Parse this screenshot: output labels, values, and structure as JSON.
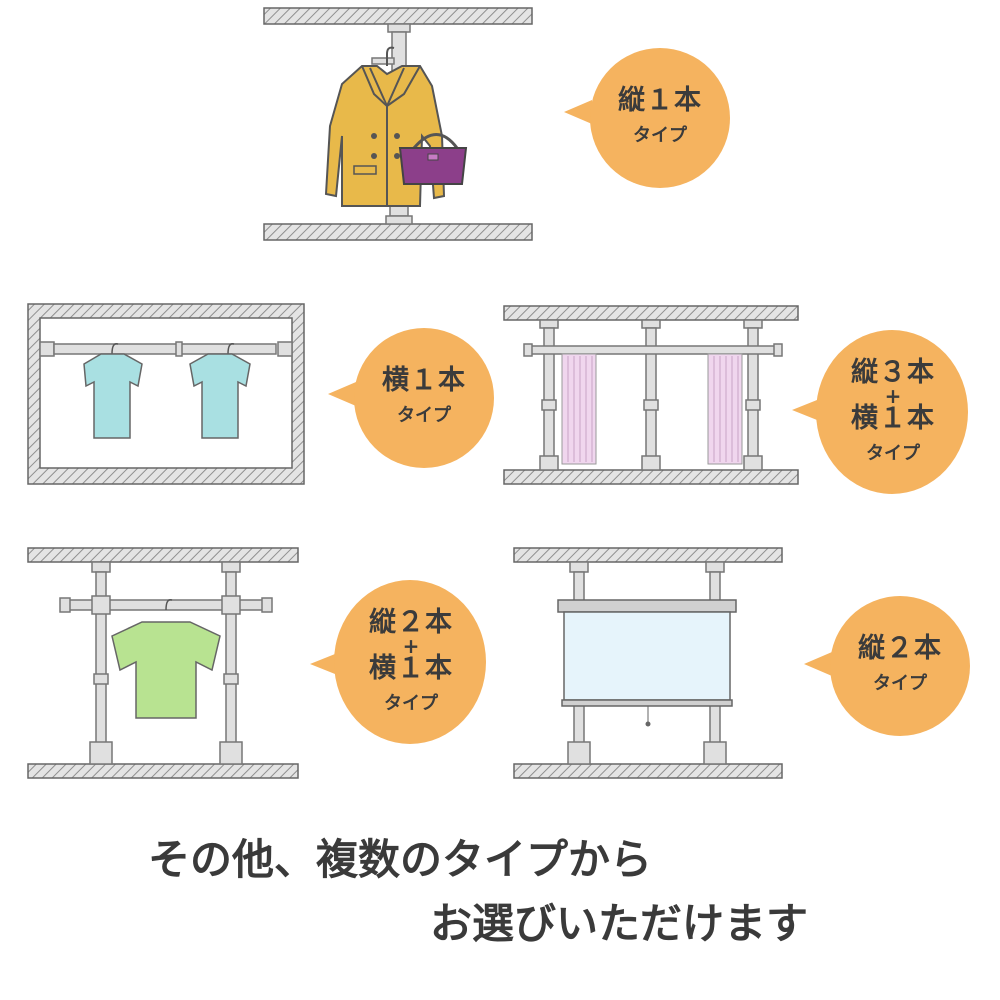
{
  "colors": {
    "bubble": "#f5b35f",
    "hatch": "#bdbdbd",
    "pole": "#d9d9d9",
    "coat": "#e8b94a",
    "bag": "#8c3f8a",
    "tshirt_blue": "#a9e0e2",
    "tshirt_green": "#b8e391",
    "curtain": "#f0d6ee",
    "screen": "#e6f4fb"
  },
  "bubbles": {
    "b1": {
      "line1": "縦１本",
      "line2": "タイプ"
    },
    "b2": {
      "line1": "横１本",
      "line2": "タイプ"
    },
    "b3": {
      "line1": "縦３本",
      "plus": "+",
      "line2": "横１本",
      "line3": "タイプ"
    },
    "b4": {
      "line1": "縦２本",
      "plus": "+",
      "line2": "横１本",
      "line3": "タイプ"
    },
    "b5": {
      "line1": "縦２本",
      "line2": "タイプ"
    }
  },
  "caption": {
    "line1": "その他、複数のタイプから",
    "line2": "お選びいただけます"
  }
}
